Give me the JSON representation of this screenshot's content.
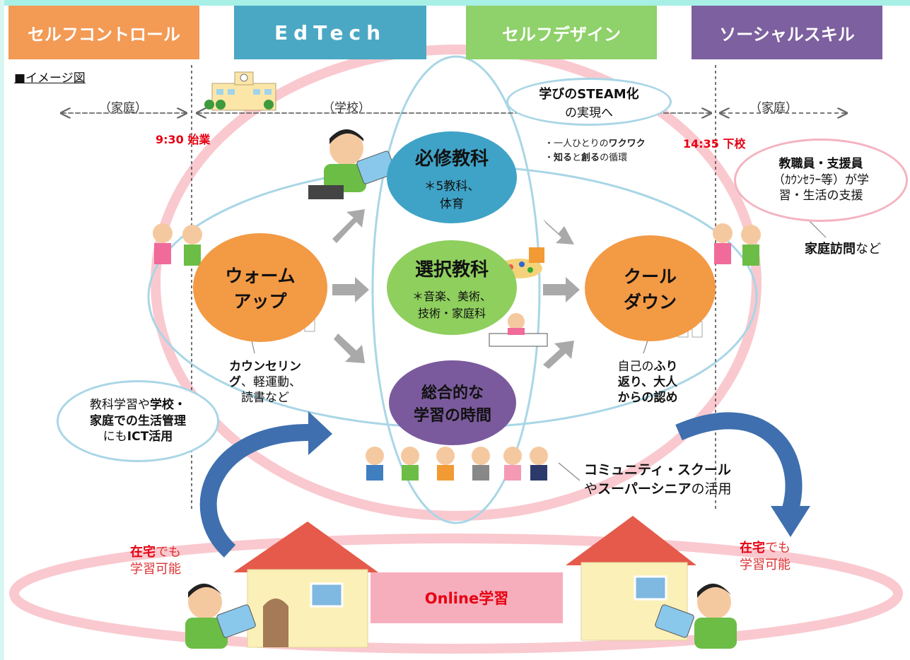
{
  "header": {
    "self_control": "セルフコントロール",
    "edtech": "EdTech",
    "self_design": "セルフデザイン",
    "social_skill": "ソーシャルスキル"
  },
  "colors": {
    "orange": "#f39a55",
    "teal": "#4aa8c4",
    "green": "#8fd16a",
    "purple": "#7d609f",
    "circle_orange": "#f39a45",
    "circle_blue": "#3fa3c7",
    "circle_green": "#8fcf5e",
    "circle_purple": "#7a5a9c",
    "online_pink": "#f6aebd"
  },
  "image_label": "■イメージ図",
  "timeline": {
    "home_left": "（家庭）",
    "school": "（学校）",
    "home_right": "（家庭）",
    "start_time": "9:30",
    "start_label": "始業",
    "end_time": "14:35",
    "end_label": "下校"
  },
  "steam": {
    "line1": "学びのSTEAM化",
    "line2": "の実現へ",
    "bullet1_pre": "・一人ひとりの",
    "bullet1_bold": "ワクワク",
    "bullet2_a": "・",
    "bullet2_b": "知る",
    "bullet2_c": "と",
    "bullet2_d": "創る",
    "bullet2_e": "の循環"
  },
  "circles": {
    "required_title": "必修教科",
    "required_sub1": "＊5教科、",
    "required_sub2": "体育",
    "elective_title": "選択教科",
    "elective_sub1": "＊音楽、美術、",
    "elective_sub2": "技術・家庭科",
    "integrated_line1": "総合的な",
    "integrated_line2": "学習の時間",
    "warmup_line1": "ウォーム",
    "warmup_line2": "アップ",
    "cooldown_line1": "クール",
    "cooldown_line2": "ダウン"
  },
  "staff_callout": {
    "line1": "教職員・支援員",
    "line2": "（ｶｳﾝｾﾗｰ等）が学",
    "line3": "習・生活の支援",
    "home_visit_bold": "家庭訪問",
    "home_visit_rest": "など"
  },
  "warmup_caption": {
    "line1": "カウンセリン",
    "line2_bold": "グ",
    "line2_rest": "、軽運動、",
    "line3": "読書など"
  },
  "cooldown_caption": {
    "line1_pre": "自己の",
    "line1_bold": "ふり",
    "line2_bold": "返り、大人",
    "line3_bold": "からの認め"
  },
  "ict_callout": {
    "line1_pre": "教科学習や",
    "line1_bold": "学校・",
    "line2_bold": "家庭での生活管理",
    "line3_pre": "にも",
    "line3_bold": "ICT活用"
  },
  "community": {
    "line1": "コミュニティ・スクール",
    "line2_pre": "や",
    "line2_bold": "スーパーシニア",
    "line2_rest": "の活用"
  },
  "home_study": {
    "left_red": "在宅",
    "left_rest": "でも",
    "left_line2": "学習可能",
    "right_red": "在宅",
    "right_rest": "でも",
    "right_line2": "学習可能"
  },
  "online": "Online学習"
}
